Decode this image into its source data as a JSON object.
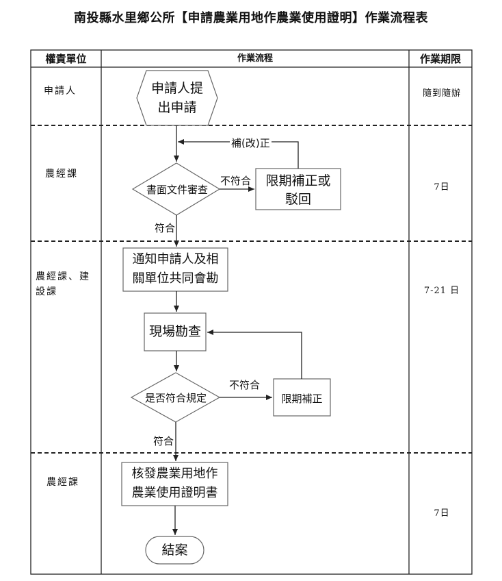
{
  "title": "南投縣水里鄉公所【申請農業用地作農業使用證明】作業流程表",
  "table": {
    "headers": {
      "role": "權責單位",
      "process": "作業流程",
      "deadline": "作業期限"
    },
    "rows": [
      {
        "role": "申請人",
        "deadline": "隨到隨辦"
      },
      {
        "role": "農經課",
        "deadline": "7日"
      },
      {
        "role_line1": "農經課、建",
        "role_line2": "設課",
        "deadline": "7-21 日"
      },
      {
        "role": "農經課",
        "deadline": "7日"
      }
    ]
  },
  "nodes": {
    "apply": {
      "line1": "申請人提",
      "line2": "出申請"
    },
    "doc_review": "書面文件審查",
    "correct_or_reject": {
      "line1": "限期補正或",
      "line2": "駁回"
    },
    "notify": {
      "line1": "通知申請人及相",
      "line2": "關單位共同會勘"
    },
    "site_survey": "現場勘查",
    "compliance_check": "是否符合規定",
    "correct": "限期補正",
    "issue": {
      "line1": "核發農業用地作",
      "line2": "農業使用證明書"
    },
    "close": "結案"
  },
  "edge_labels": {
    "supplement": "補(改)正",
    "not_match_1": "不符合",
    "match_1": "符合",
    "not_match_2": "不符合",
    "match_2": "符合"
  }
}
